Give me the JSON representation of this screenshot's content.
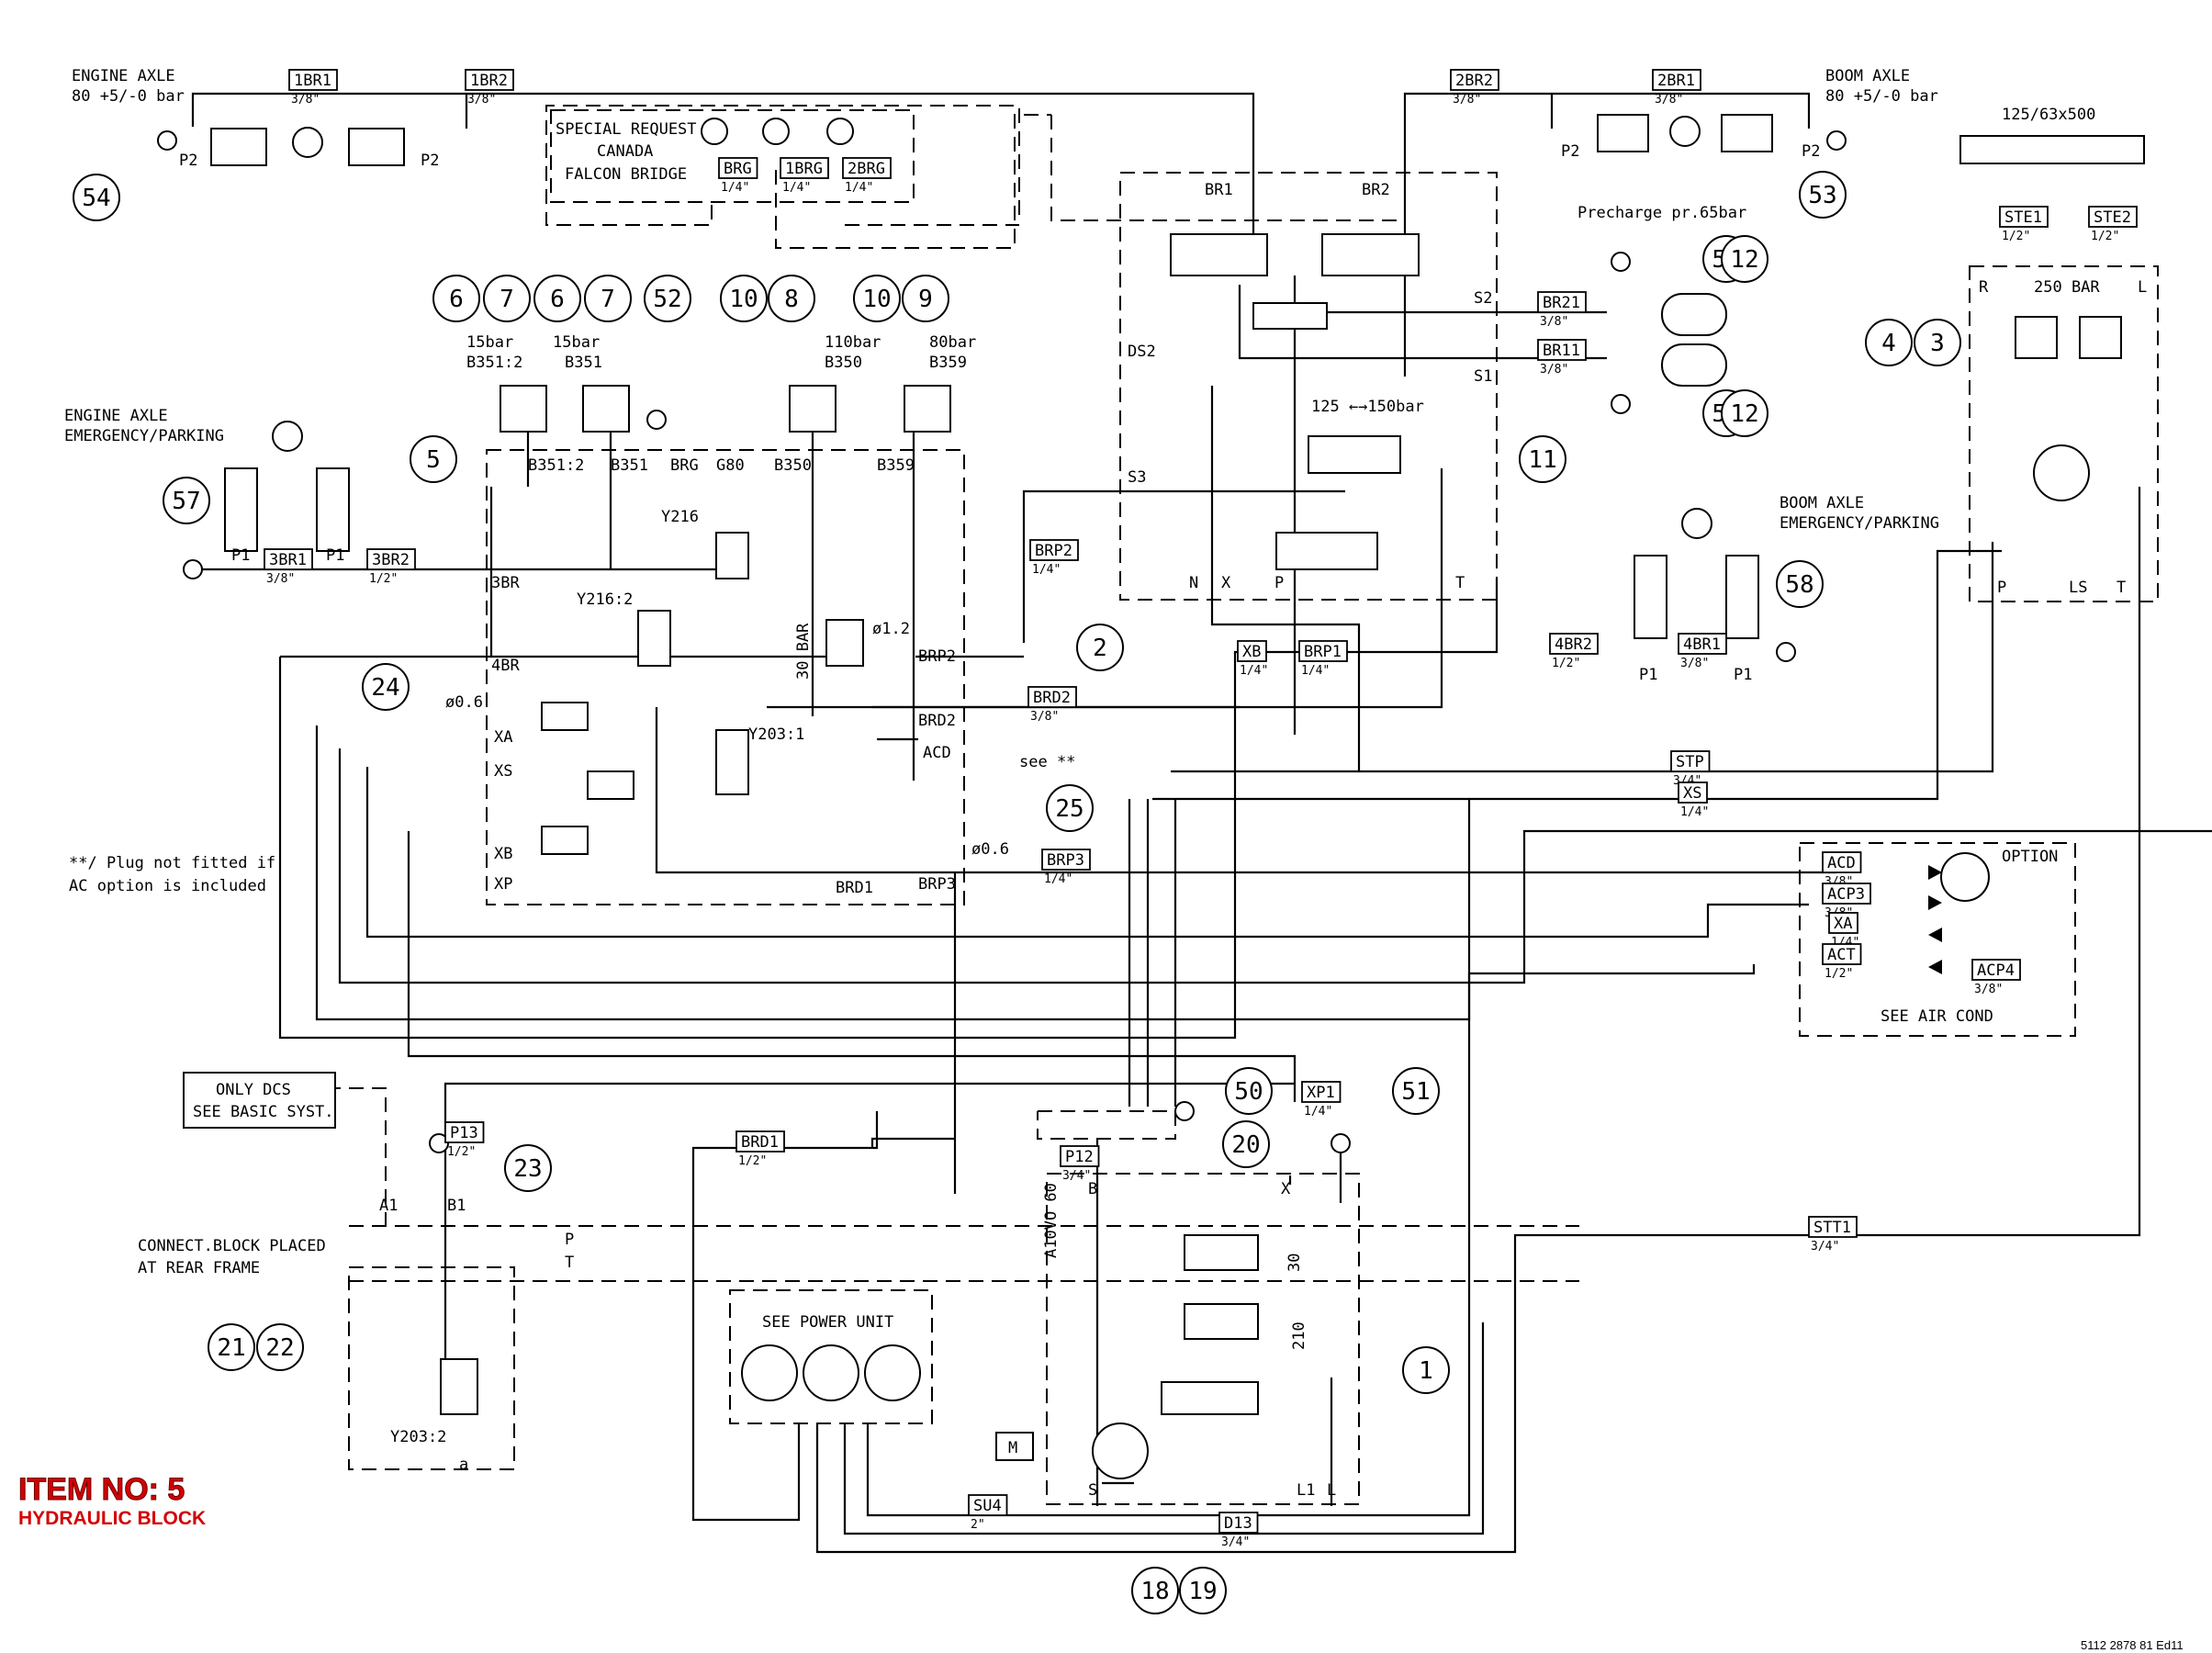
{
  "footer": {
    "item_title": "ITEM NO: 5",
    "item_subtitle": "HYDRAULIC BLOCK",
    "doc_number": "5112 2878 81 Ed11"
  },
  "texts": {
    "engine_axle_title": "ENGINE AXLE",
    "engine_axle_pressure": "80 +5/-0 bar",
    "boom_axle_title": "BOOM AXLE",
    "boom_axle_pressure": "80 +5/-0 bar",
    "special_request_1": "SPECIAL REQUEST",
    "special_request_2": "CANADA",
    "special_request_3": "FALCON BRIDGE",
    "precharge": "Precharge pr.65bar",
    "cylinder_size": "125/63x500",
    "engine_emerg_1": "ENGINE AXLE",
    "engine_emerg_2": "EMERGENCY/PARKING",
    "boom_emerg_1": "BOOM AXLE",
    "boom_emerg_2": "EMERGENCY/PARKING",
    "plug_note_1": "**/ Plug not fitted if",
    "plug_note_2": "AC option is included",
    "see_note": "see **",
    "only_dcs_1": "ONLY DCS",
    "only_dcs_2": "SEE BASIC SYST.",
    "connect_block_1": "CONNECT.BLOCK PLACED",
    "connect_block_2": "AT REAR FRAME",
    "see_power_unit": "SEE POWER UNIT",
    "see_air_cond": "SEE AIR COND",
    "option": "OPTION",
    "pump_model": "A10VO 60",
    "bar250": "250 BAR",
    "bar30": "30 BAR",
    "range_125_150": "125 ←→150bar",
    "phi12": "ø1.2",
    "phi06_a": "ø0.6",
    "phi06_b": "ø0.6",
    "s15bar_a": "15bar",
    "s15bar_b": "15bar",
    "s110bar": "110bar",
    "s80bar": "80bar",
    "v30": "30",
    "v210": "210"
  },
  "port_labels": {
    "B351_2_top": "B351:2",
    "B351_top": "B351",
    "B350_top": "B350",
    "B359_top": "B359",
    "B351_2": "B351:2",
    "B351": "B351",
    "BRG": "BRG",
    "G80": "G80",
    "B350": "B350",
    "B359": "B359",
    "3BR": "3BR",
    "4BR": "4BR",
    "XA": "XA",
    "XS": "XS",
    "XB": "XB",
    "XP": "XP",
    "BRP2": "BRP2",
    "BRD2": "BRD2",
    "ACD": "ACD",
    "BRD1": "BRD1",
    "BRP3": "BRP3",
    "Y216": "Y216",
    "Y216_2": "Y216:2",
    "Y203_1": "Y203:1",
    "Y203_2": "Y203:2",
    "BR1": "BR1",
    "BR2": "BR2",
    "S2": "S2",
    "S1": "S1",
    "S3": "S3",
    "DS2": "DS2",
    "N": "N",
    "X": "X",
    "P": "P",
    "T": "T",
    "R": "R",
    "L": "L",
    "LS": "LS",
    "P1a": "P1",
    "P1b": "P1",
    "P1c": "P1",
    "P1d": "P1",
    "P2a": "P2",
    "P2b": "P2",
    "P2c": "P2",
    "P2d": "P2",
    "A1": "A1",
    "B1": "B1",
    "Pc": "P",
    "Tc": "T",
    "a": "a",
    "Bp": "B",
    "Xp": "X",
    "Sp": "S",
    "L1": "L1",
    "Lp": "L",
    "M": "M",
    "Pac": "P",
    "Tac": "T"
  },
  "line_tags": [
    {
      "id": "1BR1",
      "size": "3/8\""
    },
    {
      "id": "1BR2",
      "size": "3/8\""
    },
    {
      "id": "2BR2",
      "size": "3/8\""
    },
    {
      "id": "2BR1",
      "size": "3/8\""
    },
    {
      "id": "BRG",
      "size": "1/4\""
    },
    {
      "id": "1BRG",
      "size": "1/4\""
    },
    {
      "id": "2BRG",
      "size": "1/4\""
    },
    {
      "id": "STE1",
      "size": "1/2\""
    },
    {
      "id": "STE2",
      "size": "1/2\""
    },
    {
      "id": "BR21",
      "size": "3/8\""
    },
    {
      "id": "BR11",
      "size": "3/8\""
    },
    {
      "id": "3BR1",
      "size": "3/8\""
    },
    {
      "id": "3BR2",
      "size": "1/2\""
    },
    {
      "id": "BRP2",
      "size": "1/4\""
    },
    {
      "id": "XB",
      "size": "1/4\""
    },
    {
      "id": "BRP1",
      "size": "1/4\""
    },
    {
      "id": "BRD2",
      "size": "3/8\""
    },
    {
      "id": "4BR2",
      "size": "1/2\""
    },
    {
      "id": "4BR1",
      "size": "3/8\""
    },
    {
      "id": "STP",
      "size": "3/4\""
    },
    {
      "id": "XS",
      "size": "1/4\""
    },
    {
      "id": "BRP3",
      "size": "1/4\""
    },
    {
      "id": "ACD",
      "size": "3/8\""
    },
    {
      "id": "ACP3",
      "size": "3/8\""
    },
    {
      "id": "XA",
      "size": "1/4\""
    },
    {
      "id": "ACT",
      "size": "1/2\""
    },
    {
      "id": "ACP4",
      "size": "3/8\""
    },
    {
      "id": "P13",
      "size": "1/2\""
    },
    {
      "id": "BRD1",
      "size": "1/2\""
    },
    {
      "id": "P12",
      "size": "3/4\""
    },
    {
      "id": "XP1",
      "size": "1/4\""
    },
    {
      "id": "STT1",
      "size": "3/4\""
    },
    {
      "id": "SU4",
      "size": "2\""
    },
    {
      "id": "D13",
      "size": "3/4\""
    }
  ],
  "callouts": [
    "54",
    "53",
    "6",
    "7",
    "6",
    "7",
    "52",
    "10",
    "8",
    "10",
    "9",
    "56",
    "12",
    "55",
    "12",
    "11",
    "4",
    "3",
    "5",
    "57",
    "58",
    "2",
    "24",
    "25",
    "50",
    "20",
    "51",
    "23",
    "21",
    "22",
    "1",
    "18",
    "19"
  ]
}
